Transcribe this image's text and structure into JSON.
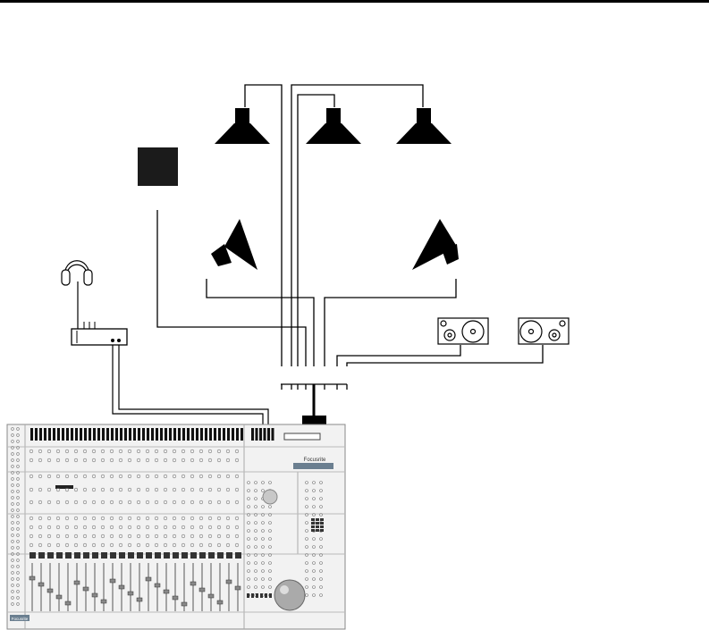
{
  "diagram": {
    "brand_label": "Focusrite",
    "speakers": {
      "front": [
        "left",
        "center",
        "right"
      ],
      "surround": [
        "left-surround",
        "right-surround"
      ],
      "subwoofer": "sub",
      "nearfields": [
        "nearfield-1",
        "nearfield-2"
      ]
    },
    "colors": {
      "line": "#000000",
      "panel": "#f2f2f2",
      "brand_badge": "#6b7f90"
    }
  }
}
